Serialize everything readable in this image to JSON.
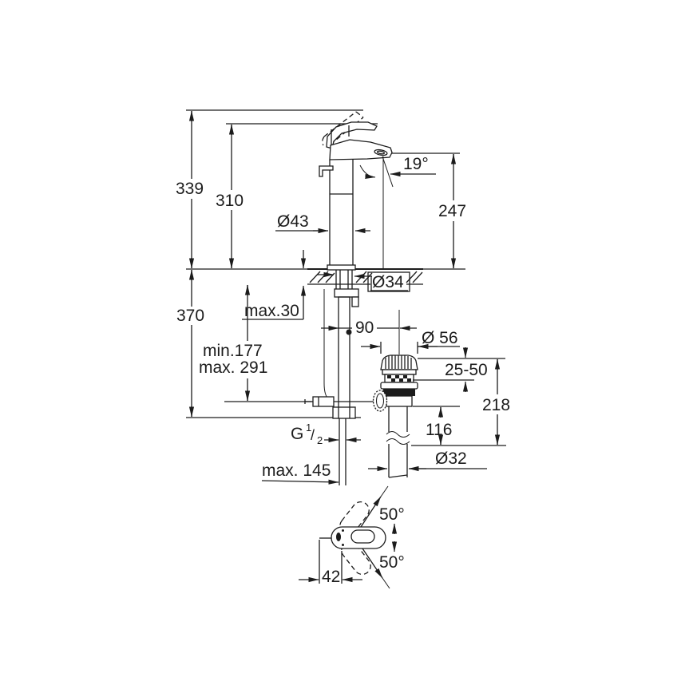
{
  "drawing": {
    "title": "Basin mixer installation dimension drawing",
    "units": "mm",
    "colors": {
      "line": "#1c1c1c",
      "background": "#ffffff"
    },
    "dims": {
      "total_height": "339",
      "lever_height": "310",
      "body_diameter": "Ø43",
      "stream_angle": "19°",
      "spout_to_deck": "247",
      "hole_diameter": "Ø34",
      "deck_thickness_max": "max.30",
      "drain_offset": "90",
      "under_deck_depth": "370",
      "hose_reach_min": "min.177",
      "hose_reach_max": "max. 291",
      "waste_cap_diameter": "Ø 56",
      "cap_adjust_range": "25-50",
      "waste_height": "218",
      "tailpipe_length": "116",
      "thread": {
        "letter": "G",
        "numerator": "1",
        "slash": "/",
        "denominator": "2"
      },
      "pull_rod_max": "max. 145",
      "tailpipe_diameter": "Ø32",
      "lever_swing_up": "50°",
      "lever_swing_down": "50°",
      "handle_offset": "42"
    }
  }
}
